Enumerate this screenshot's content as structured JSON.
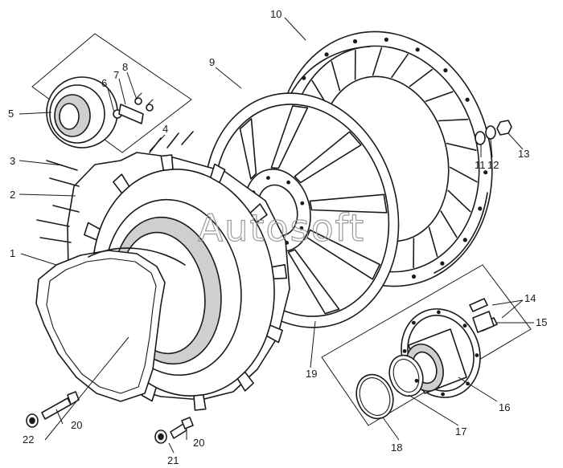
{
  "watermark": "Autosoft",
  "callouts": [
    {
      "id": "1",
      "label": "1"
    },
    {
      "id": "2",
      "label": "2"
    },
    {
      "id": "3",
      "label": "3"
    },
    {
      "id": "4",
      "label": "4"
    },
    {
      "id": "5",
      "label": "5"
    },
    {
      "id": "6",
      "label": "6"
    },
    {
      "id": "7",
      "label": "7"
    },
    {
      "id": "8",
      "label": "8"
    },
    {
      "id": "9",
      "label": "9"
    },
    {
      "id": "10",
      "label": "10"
    },
    {
      "id": "11",
      "label": "11"
    },
    {
      "id": "12",
      "label": "12"
    },
    {
      "id": "13",
      "label": "13"
    },
    {
      "id": "14",
      "label": "14"
    },
    {
      "id": "15",
      "label": "15"
    },
    {
      "id": "16",
      "label": "16"
    },
    {
      "id": "17",
      "label": "17"
    },
    {
      "id": "18",
      "label": "18"
    },
    {
      "id": "19",
      "label": "19"
    },
    {
      "id": "20a",
      "label": "20"
    },
    {
      "id": "20b",
      "label": "20"
    },
    {
      "id": "21",
      "label": "21"
    },
    {
      "id": "22",
      "label": "22"
    }
  ]
}
